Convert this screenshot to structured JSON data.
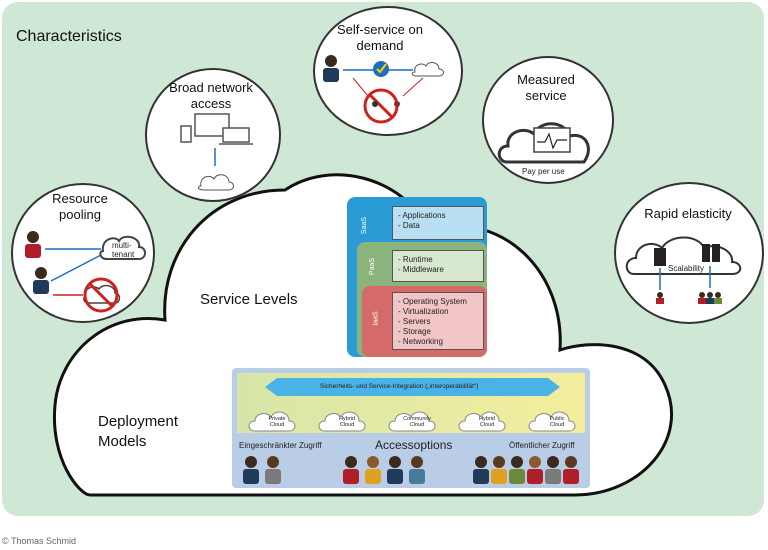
{
  "title": "Characteristics",
  "characteristics": {
    "self_service": "Self-service on demand",
    "broad_network": "Broad network access",
    "measured": "Measured service",
    "pay_per_use": "Pay per use",
    "resource_pooling": "Resource pooling",
    "multi_tenant": "multi-tenant",
    "rapid_elasticity": "Rapid elasticity",
    "scalability": "Scalability"
  },
  "service_levels": {
    "label": "Service Levels",
    "layers": [
      {
        "tag": "SaaS",
        "items": [
          "- Applications",
          "- Data"
        ],
        "color": "#2b9bd6",
        "box": "#b9dff3"
      },
      {
        "tag": "PaaS",
        "items": [
          "- Runtime",
          "- Middleware"
        ],
        "color": "#8ab47b",
        "box": "#d7e8cf"
      },
      {
        "tag": "IaaS",
        "items": [
          "- Operating System",
          "- Virtualization",
          "- Servers",
          "- Storage",
          "- Networking"
        ],
        "color": "#d46a6a",
        "box": "#f2c6c6"
      }
    ]
  },
  "deployment": {
    "label": "Deployment Models",
    "integration": "Sicherheits- und Service-Integration („interoperabilität“)",
    "clouds": [
      "Private Cloud",
      "Hybrid Cloud",
      "Community Cloud",
      "Hybrid Cloud",
      "Public Cloud"
    ],
    "restricted": "Eingeschränkter Zugriff",
    "accessoptions": "Accessoptions",
    "public": "Öffentlicher Zugriff"
  },
  "copyright": "© Thomas Schmid"
}
